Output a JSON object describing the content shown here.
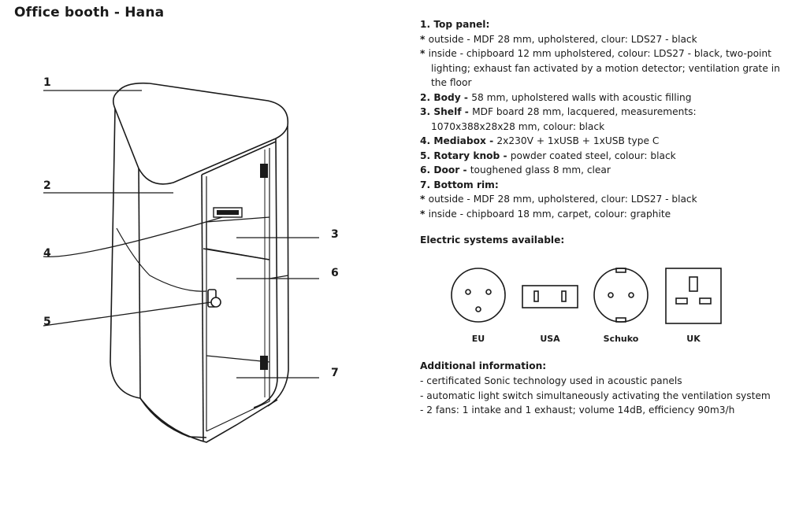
{
  "title": "Office booth - Hana",
  "callouts": [
    "1",
    "2",
    "3",
    "4",
    "5",
    "6",
    "7"
  ],
  "specs": [
    {
      "bold": "1. Top panel:",
      "text": ""
    },
    {
      "bold": "* ",
      "text": "outside - MDF 28 mm, upholstered, clour: LDS27 - black"
    },
    {
      "bold": "* ",
      "text": "inside - chipboard 12 mm upholstered, colour: LDS27 - black, two-point"
    },
    {
      "bold": "",
      "text": "lighting; exhaust fan activated by a motion detector; ventilation grate in",
      "indent": true
    },
    {
      "bold": "",
      "text": "the floor",
      "indent": true
    },
    {
      "bold": "2. Body - ",
      "text": "58 mm, upholstered walls with acoustic filling"
    },
    {
      "bold": "3. Shelf - ",
      "text": "MDF board 28 mm, lacquered, measurements:"
    },
    {
      "bold": "",
      "text": "1070x388x28x28 mm, colour: black",
      "indent": true
    },
    {
      "bold": "4. Mediabox - ",
      "text": "2x230V + 1xUSB + 1xUSB type C"
    },
    {
      "bold": "5. Rotary knob - ",
      "text": "powder coated steel, colour: black"
    },
    {
      "bold": "6. Door - ",
      "text": "toughened glass 8 mm, clear"
    },
    {
      "bold": "7. Bottom rim:",
      "text": ""
    },
    {
      "bold": "* ",
      "text": "outside - MDF 28 mm, upholstered, clour: LDS27 - black"
    },
    {
      "bold": "* ",
      "text": "inside - chipboard 18 mm, carpet, colour: graphite"
    }
  ],
  "electric": {
    "heading": "Electric systems available:",
    "sockets": [
      "EU",
      "USA",
      "Schuko",
      "UK"
    ]
  },
  "additional": {
    "heading": "Additional information:",
    "items": [
      "- certificated Sonic technology used in acoustic panels",
      "- automatic light switch simultaneously activating the ventilation system",
      "- 2 fans: 1 intake and 1 exhaust; volume 14dB, efficiency 90m3/h"
    ]
  }
}
